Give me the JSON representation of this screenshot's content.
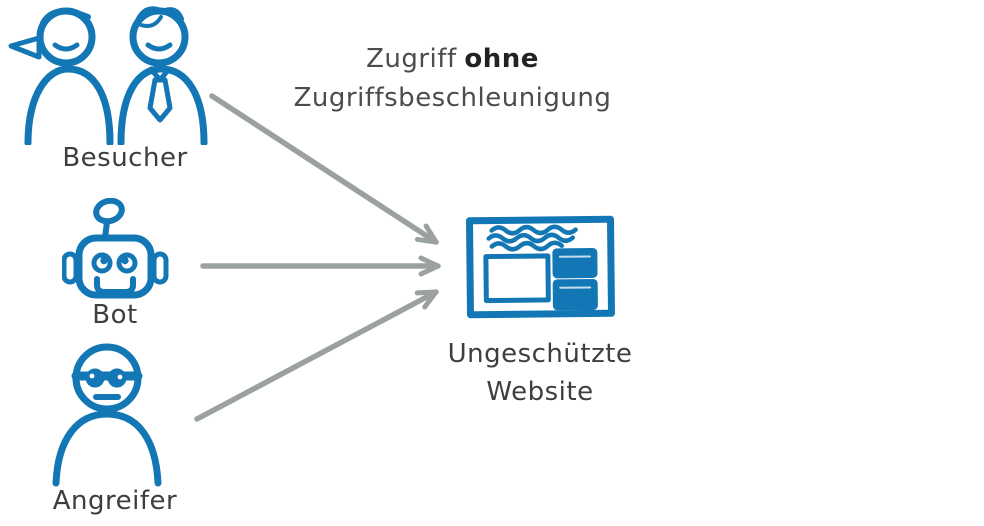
{
  "title": {
    "line1_prefix": "Zugriff",
    "line1_emphasis": "ohne",
    "line2": "Zugriffsbeschleunigung"
  },
  "actors": [
    {
      "id": "besucher",
      "label": "Besucher",
      "icon": "visitors-icon"
    },
    {
      "id": "bot",
      "label": "Bot",
      "icon": "robot-icon"
    },
    {
      "id": "angreifer",
      "label": "Angreifer",
      "icon": "attacker-icon"
    }
  ],
  "website": {
    "icon": "website-icon",
    "label_line1": "Ungeschützte",
    "label_line2": "Website"
  },
  "arrows": [
    {
      "from": "besucher",
      "to": "website"
    },
    {
      "from": "bot",
      "to": "website"
    },
    {
      "from": "angreifer",
      "to": "website"
    }
  ],
  "colors": {
    "sketch_blue": "#1377b5",
    "arrow_gray": "#9ba1a1",
    "text_dark": "#3e3e3e"
  }
}
